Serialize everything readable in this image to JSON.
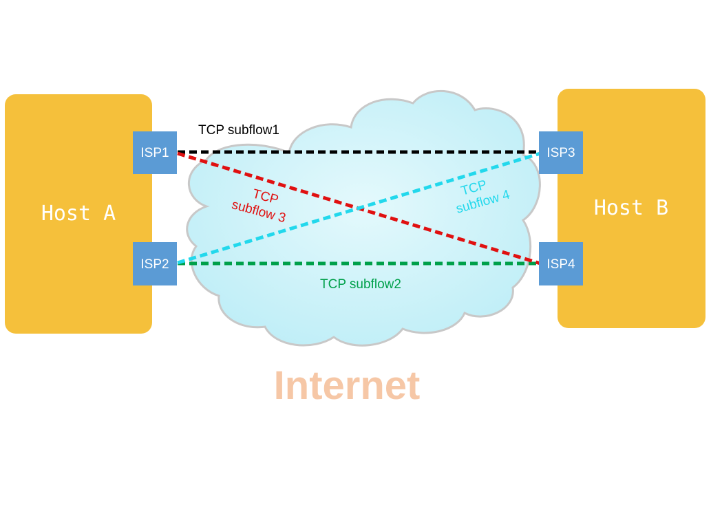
{
  "hosts": {
    "a": {
      "label": "Host A"
    },
    "b": {
      "label": "Host B"
    }
  },
  "isps": {
    "isp1": "ISP1",
    "isp2": "ISP2",
    "isp3": "ISP3",
    "isp4": "ISP4"
  },
  "subflows": {
    "flow1": {
      "label": "TCP subflow1",
      "from": "ISP1",
      "to": "ISP3",
      "color": "#000000"
    },
    "flow2": {
      "label": "TCP subflow2",
      "from": "ISP2",
      "to": "ISP4",
      "color": "#00a04a"
    },
    "flow3": {
      "label_line1": "TCP",
      "label_line2": "subflow 3",
      "from": "ISP1",
      "to": "ISP4",
      "color": "#e01010"
    },
    "flow4": {
      "label_line1": "TCP",
      "label_line2": "subflow 4",
      "from": "ISP2",
      "to": "ISP3",
      "color": "#22d8ec"
    }
  },
  "cloud": {
    "label": "Internet",
    "label_color": "#f6c7a6",
    "fill_color": "#c9f1f8",
    "outline_color": "#c8c8c8"
  },
  "colors": {
    "host_fill": "#f5c03b",
    "isp_fill": "#5b9bd5"
  }
}
